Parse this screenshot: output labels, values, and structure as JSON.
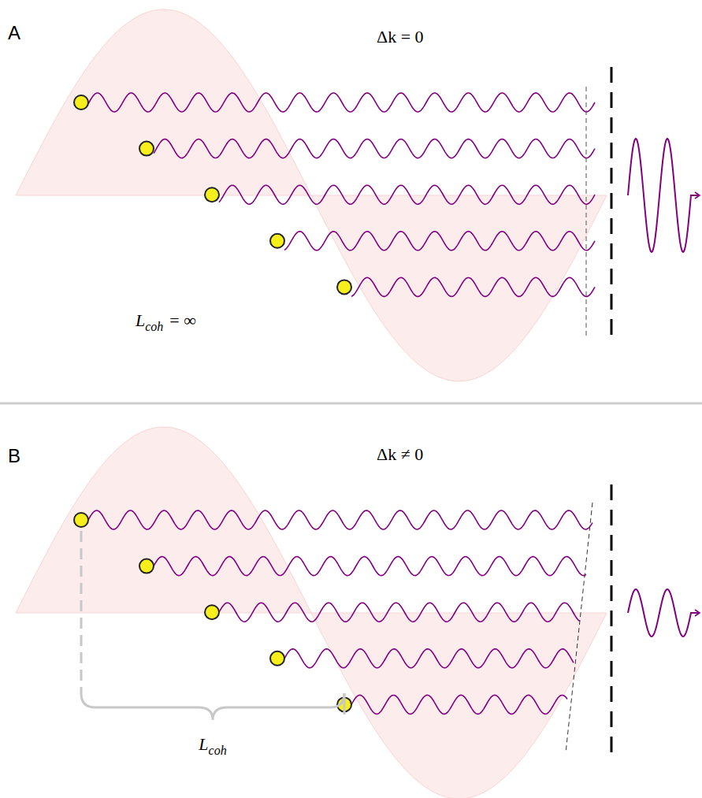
{
  "diagram": {
    "labels": [
      "A",
      "Δk = 0",
      "L",
      "coh",
      "= ∞",
      "B",
      "Δk ≠ 0",
      "L",
      "coh"
    ]
  }
}
